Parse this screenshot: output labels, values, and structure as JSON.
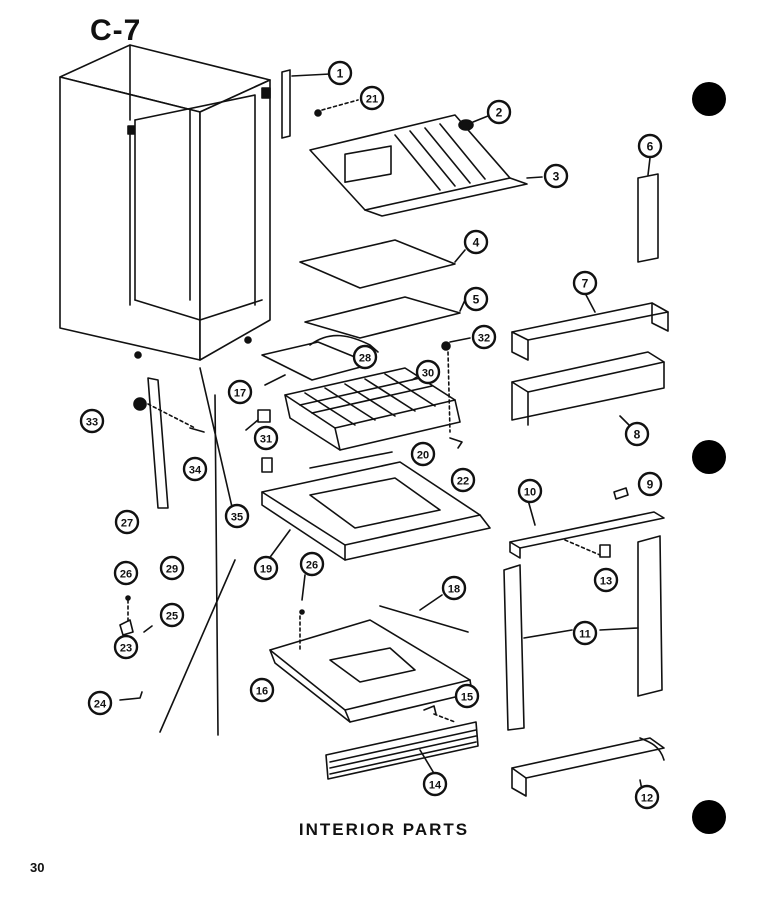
{
  "page": {
    "section_code": "C-7",
    "caption": "INTERIOR PARTS",
    "page_number": "30"
  },
  "callouts": [
    {
      "id": "c1",
      "label": "1"
    },
    {
      "id": "c21",
      "label": "21"
    },
    {
      "id": "c2",
      "label": "2"
    },
    {
      "id": "c3",
      "label": "3"
    },
    {
      "id": "c6",
      "label": "6"
    },
    {
      "id": "c4",
      "label": "4"
    },
    {
      "id": "c5",
      "label": "5"
    },
    {
      "id": "c7",
      "label": "7"
    },
    {
      "id": "c32",
      "label": "32"
    },
    {
      "id": "c28",
      "label": "28"
    },
    {
      "id": "c17",
      "label": "17"
    },
    {
      "id": "c30",
      "label": "30"
    },
    {
      "id": "c8",
      "label": "8"
    },
    {
      "id": "c33",
      "label": "33"
    },
    {
      "id": "c34",
      "label": "34"
    },
    {
      "id": "c31",
      "label": "31"
    },
    {
      "id": "c20",
      "label": "20"
    },
    {
      "id": "c22",
      "label": "22"
    },
    {
      "id": "c9",
      "label": "9"
    },
    {
      "id": "c10",
      "label": "10"
    },
    {
      "id": "c35",
      "label": "35"
    },
    {
      "id": "c27",
      "label": "27"
    },
    {
      "id": "c19",
      "label": "19"
    },
    {
      "id": "c13",
      "label": "13"
    },
    {
      "id": "c26a",
      "label": "26"
    },
    {
      "id": "c29",
      "label": "29"
    },
    {
      "id": "c26b",
      "label": "26"
    },
    {
      "id": "c18",
      "label": "18"
    },
    {
      "id": "c25",
      "label": "25"
    },
    {
      "id": "c11",
      "label": "11"
    },
    {
      "id": "c23",
      "label": "23"
    },
    {
      "id": "c16",
      "label": "16"
    },
    {
      "id": "c24",
      "label": "24"
    },
    {
      "id": "c15",
      "label": "15"
    },
    {
      "id": "c14",
      "label": "14"
    },
    {
      "id": "c12",
      "label": "12"
    }
  ]
}
